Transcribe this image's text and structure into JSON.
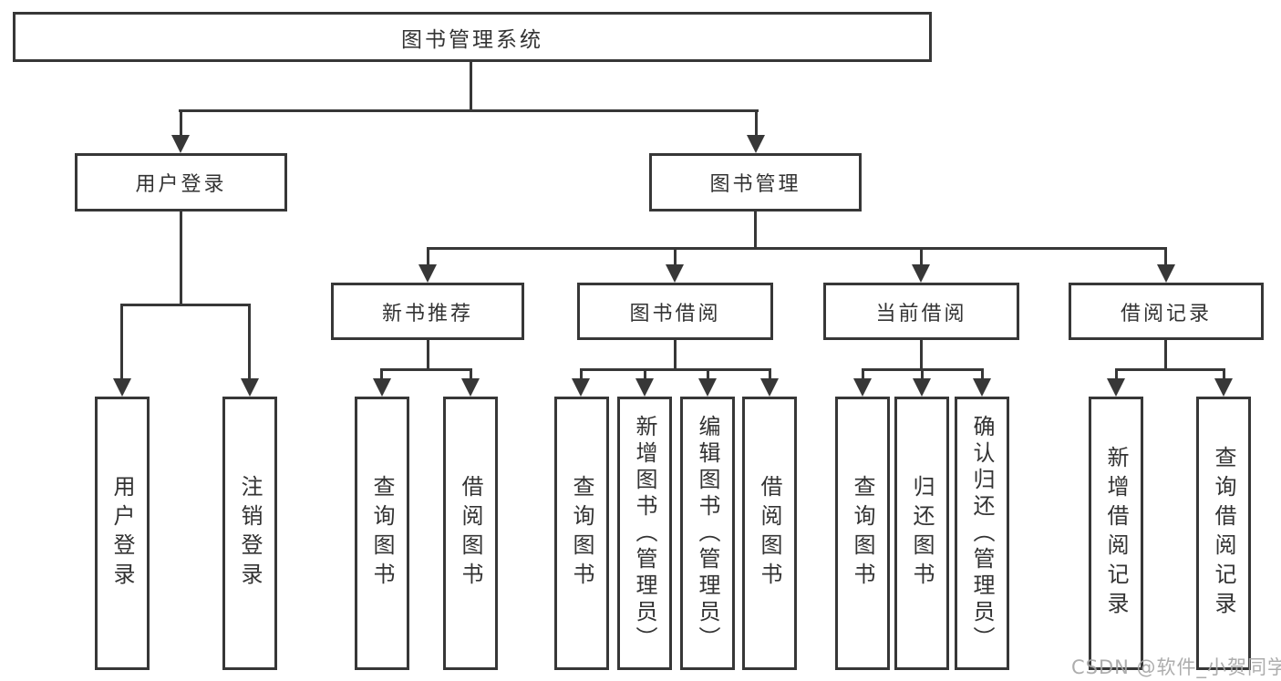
{
  "tree": {
    "label": "图书管理系统",
    "children": [
      {
        "label": "用户登录",
        "children": [
          {
            "label": "用户登录"
          },
          {
            "label": "注销登录"
          }
        ]
      },
      {
        "label": "图书管理",
        "children": [
          {
            "label": "新书推荐",
            "children": [
              {
                "label": "查询图书"
              },
              {
                "label": "借阅图书"
              }
            ]
          },
          {
            "label": "图书借阅",
            "children": [
              {
                "label": "查询图书"
              },
              {
                "label": "新增图书（管理员）"
              },
              {
                "label": "编辑图书（管理员）"
              },
              {
                "label": "借阅图书"
              }
            ]
          },
          {
            "label": "当前借阅",
            "children": [
              {
                "label": "查询图书"
              },
              {
                "label": "归还图书"
              },
              {
                "label": "确认归还（管理员）"
              }
            ]
          },
          {
            "label": "借阅记录",
            "children": [
              {
                "label": "新增借阅记录"
              },
              {
                "label": "查询借阅记录"
              }
            ]
          }
        ]
      }
    ]
  },
  "watermark": {
    "text": "CSDN @软件_小贺同学"
  },
  "colors": {
    "line": "#373737",
    "text": "#333333",
    "background": "#ffffff",
    "watermark": "#a6a6a6"
  }
}
